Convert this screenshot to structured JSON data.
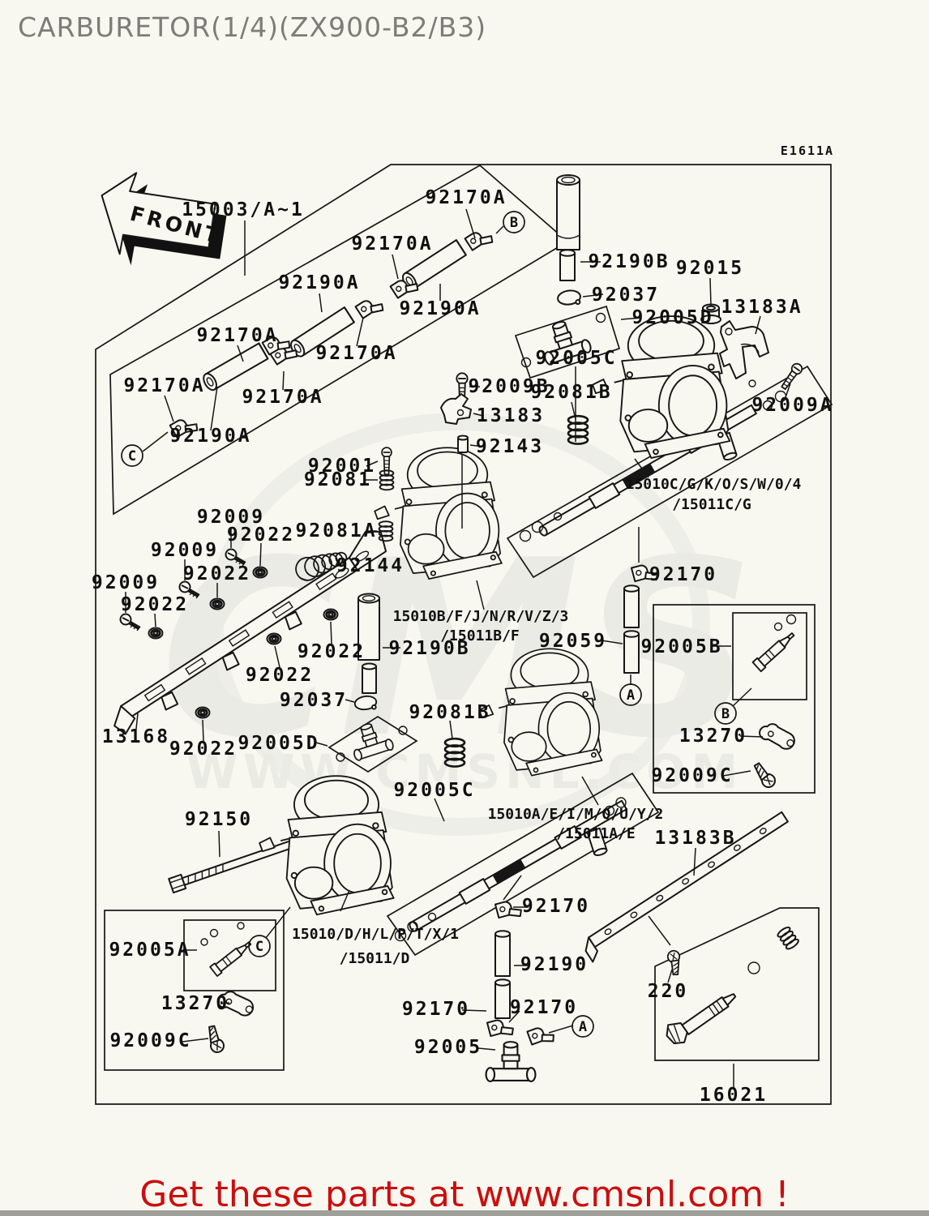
{
  "page": {
    "title": "CARBURETOR(1/4)(ZX900-B2/B3)",
    "diagram_code": "E1611A",
    "footer": "Get these parts at www.cmsnl.com !",
    "front_arrow": "FRONT",
    "watermark": {
      "logo": "CMS",
      "url": "WWW.CMSNL.COM"
    },
    "colors": {
      "background": "#f8f8f1",
      "line_black": "#161616",
      "title_gray": "#7c7c78",
      "footer_red": "#cb0e0e",
      "watermark_gray": "#ebebe5"
    }
  },
  "callouts": {
    "a": "A",
    "b": "B",
    "c": "C"
  },
  "part_labels": {
    "p15003": "15003/A~1",
    "p92170a": "92170A",
    "p92190a": "92190A",
    "p92190b": "92190B",
    "p92037": "92037",
    "p92005d": "92005D",
    "p92015": "92015",
    "p13183a": "13183A",
    "p92009a": "92009A",
    "p92009b": "92009B",
    "p13183": "13183",
    "p92143": "92143",
    "p92001": "92001",
    "p92081": "92081",
    "p92081a": "92081A",
    "p92081b": "92081B",
    "p92144": "92144",
    "p92005c": "92005C",
    "p15010c": "15010C/G/K/O/S/W/0/4",
    "p15011c": "/15011C/G",
    "p92170": "92170",
    "p92009": "92009",
    "p92022": "92022",
    "p13168": "13168",
    "p15010b": "15010B/F/J/N/R/V/Z/3",
    "p15011b": "/15011B/F",
    "p92059": "92059",
    "p92005b": "92005B",
    "p13270": "13270",
    "p92009c": "92009C",
    "p92150": "92150",
    "p92005a": "92005A",
    "p15010d": "15010/D/H/L/P/T/X/1",
    "p15011d": "/15011/D",
    "p15010a": "15010A/E/I/M/Q/U/Y/2",
    "p15011a": "/15011A/E",
    "p13183b": "13183B",
    "p92190": "92190",
    "p92005": "92005",
    "p220": "220",
    "p16021": "16021"
  }
}
